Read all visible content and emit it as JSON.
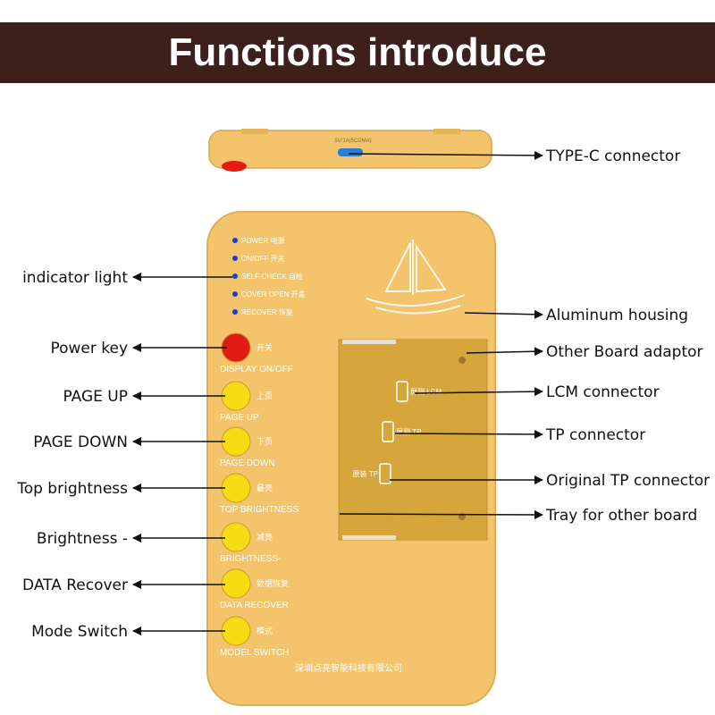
{
  "title": "Functions introduce",
  "colors": {
    "banner": "#3d1f1b",
    "housing": "#f3c46b",
    "tray": "#d4a63c",
    "key": "#f5dc14",
    "power_key": "#e21b14",
    "connector": "#2a7fd4",
    "led": "#1a3fd0"
  },
  "top_view": {
    "port_caption": "5V/1A(5CDMA)"
  },
  "device": {
    "indicators": [
      {
        "label": "POWER 电源"
      },
      {
        "label": "ON/OFF 开关"
      },
      {
        "label": "SELF-CHECK 自检"
      },
      {
        "label": "COVER OPEN 开盖"
      },
      {
        "label": "RECOVER 恢复"
      }
    ],
    "keys": [
      {
        "name": "power",
        "cn": "开关",
        "en": "DISPLAY ON/OFF",
        "color": "red"
      },
      {
        "name": "page-up",
        "cn": "上页",
        "en": "PAGE UP",
        "color": "yellow"
      },
      {
        "name": "page-down",
        "cn": "下页",
        "en": "PAGE DOWN",
        "color": "yellow"
      },
      {
        "name": "top-brightness",
        "cn": "最亮",
        "en": "TOP BRIGHTNESS",
        "color": "yellow"
      },
      {
        "name": "brightness-minus",
        "cn": "减亮",
        "en": "BRIGHTNESS-",
        "color": "yellow"
      },
      {
        "name": "data-recover",
        "cn": "数据恢复",
        "en": "DATA RECOVER",
        "color": "yellow"
      },
      {
        "name": "model-switch",
        "cn": "模式",
        "en": "MODEL SWITCH",
        "color": "yellow"
      }
    ],
    "tray_connectors": [
      {
        "name": "lcm",
        "label": "屏测 LCM"
      },
      {
        "name": "tp",
        "label": "屏测 TP"
      },
      {
        "name": "original-tp",
        "label": "原装 TP"
      }
    ],
    "footer": "深圳点亮智能科技有限公司"
  },
  "callouts_left": [
    {
      "name": "indicator-light",
      "text": "indicator light"
    },
    {
      "name": "power-key",
      "text": "Power key"
    },
    {
      "name": "page-up",
      "text": "PAGE UP"
    },
    {
      "name": "page-down",
      "text": "PAGE DOWN"
    },
    {
      "name": "top-brightness",
      "text": "Top brightness"
    },
    {
      "name": "brightness-minus",
      "text": "Brightness -"
    },
    {
      "name": "data-recover",
      "text": "DATA Recover"
    },
    {
      "name": "mode-switch",
      "text": "Mode Switch"
    }
  ],
  "callouts_right": [
    {
      "name": "type-c-connector",
      "text": "TYPE-C connector"
    },
    {
      "name": "aluminum-housing",
      "text": "Aluminum housing"
    },
    {
      "name": "other-board-adaptor",
      "text": "Other Board adaptor"
    },
    {
      "name": "lcm-connector",
      "text": "LCM connector"
    },
    {
      "name": "tp-connector",
      "text": "TP connector"
    },
    {
      "name": "original-tp-connector",
      "text": "Original TP connector"
    },
    {
      "name": "tray-for-other-board",
      "text": "Tray for other board"
    }
  ]
}
